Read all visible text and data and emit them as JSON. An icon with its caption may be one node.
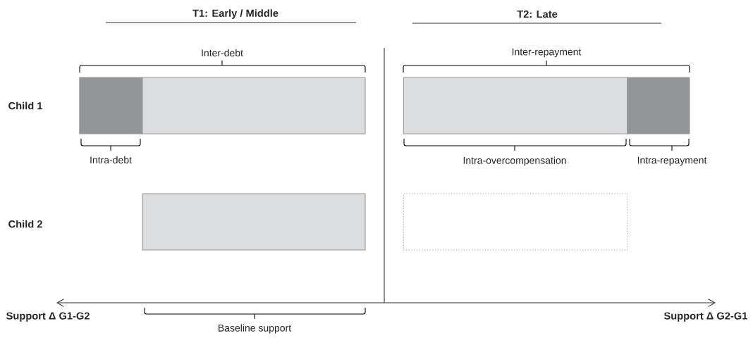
{
  "diagram": {
    "nodes": [
      {
        "text": [],
        "shape": "bar"
      },
      {
        "text": [],
        "shape": "bar"
      },
      {
        "text": [],
        "shape": "bar"
      },
      {
        "text": [],
        "shape": "bar"
      },
      {
        "text": [],
        "shape": "bar"
      },
      {
        "text": [],
        "shape": "box"
      }
    ],
    "edges": [],
    "labels": [
      "T1: Early / Middle",
      "T2: Late",
      "Inter-debt",
      "Inter-repayment",
      "Child 1",
      "Intra-debt",
      "Intra-overcompensation",
      "Intra-repayment",
      "Child 2",
      "Support Δ G1-G2",
      "Baseline support",
      "Support Δ G2-G1"
    ]
  }
}
